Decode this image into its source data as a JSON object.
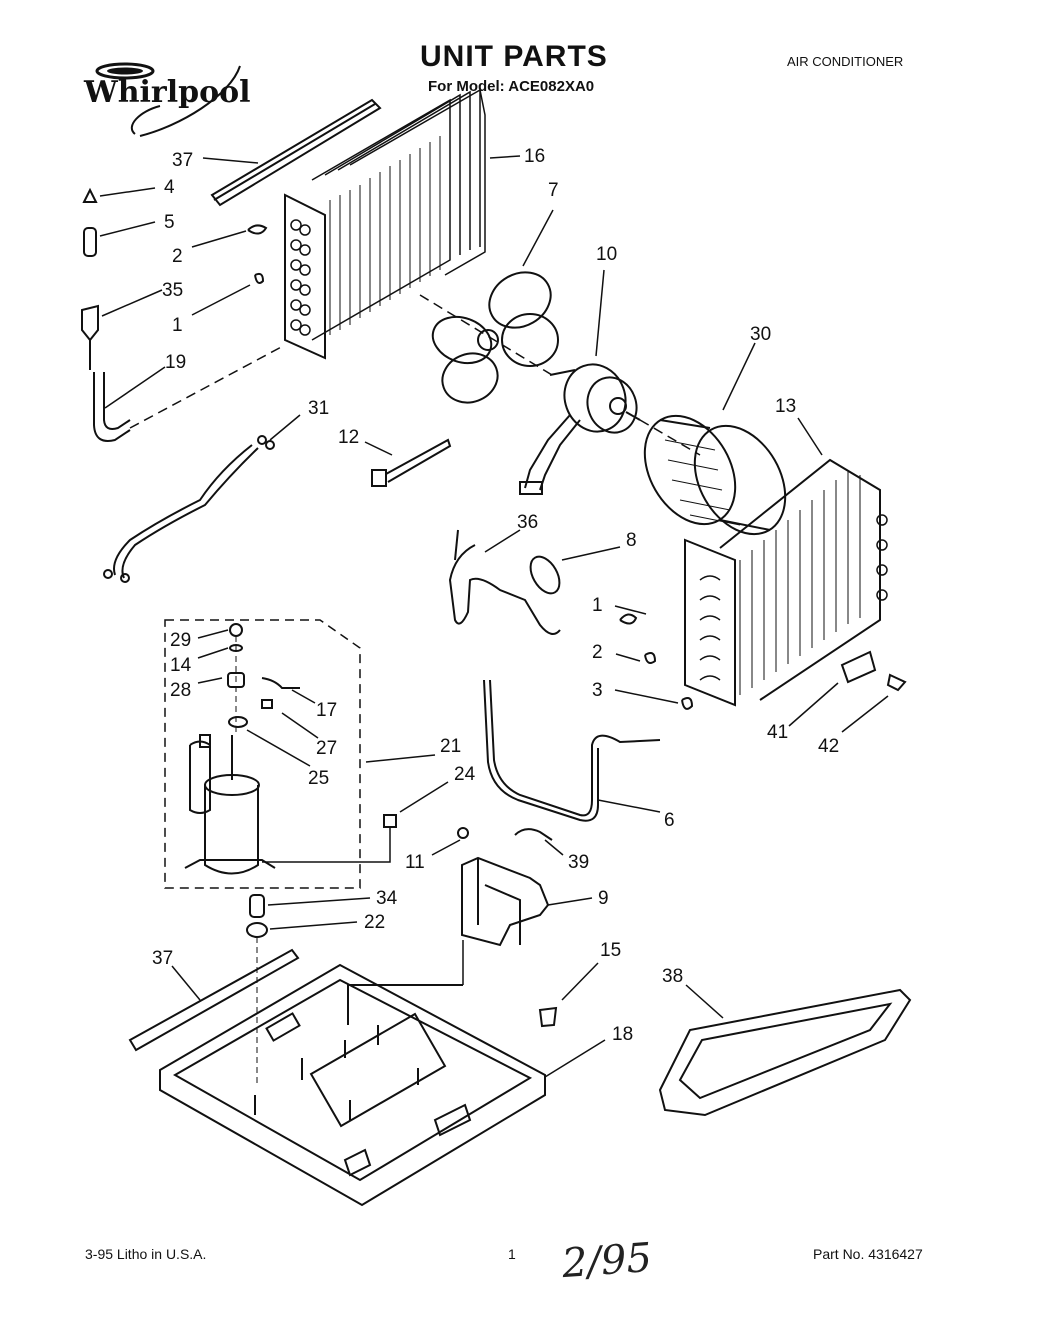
{
  "header": {
    "brand": "Whirlpool",
    "title": "UNIT PARTS",
    "model": "For Model: ACE082XA0",
    "product": "AIR CONDITIONER"
  },
  "footer": {
    "litho": "3-95  Litho in U.S.A.",
    "page": "1",
    "part_no": "Part No. 4316427",
    "handwritten": "2/95"
  },
  "callouts": [
    {
      "id": "c37a",
      "text": "37"
    },
    {
      "id": "c16",
      "text": "16"
    },
    {
      "id": "c4",
      "text": "4"
    },
    {
      "id": "c7",
      "text": "7"
    },
    {
      "id": "c5",
      "text": "5"
    },
    {
      "id": "c2a",
      "text": "2"
    },
    {
      "id": "c10",
      "text": "10"
    },
    {
      "id": "c35",
      "text": "35"
    },
    {
      "id": "c1a",
      "text": "1"
    },
    {
      "id": "c30",
      "text": "30"
    },
    {
      "id": "c19",
      "text": "19"
    },
    {
      "id": "c31",
      "text": "31"
    },
    {
      "id": "c13",
      "text": "13"
    },
    {
      "id": "c12",
      "text": "12"
    },
    {
      "id": "c36",
      "text": "36"
    },
    {
      "id": "c8",
      "text": "8"
    },
    {
      "id": "c1b",
      "text": "1"
    },
    {
      "id": "c29",
      "text": "29"
    },
    {
      "id": "c14",
      "text": "14"
    },
    {
      "id": "c2b",
      "text": "2"
    },
    {
      "id": "c28",
      "text": "28"
    },
    {
      "id": "c3",
      "text": "3"
    },
    {
      "id": "c17",
      "text": "17"
    },
    {
      "id": "c27",
      "text": "27"
    },
    {
      "id": "c41",
      "text": "41"
    },
    {
      "id": "c42",
      "text": "42"
    },
    {
      "id": "c21",
      "text": "21"
    },
    {
      "id": "c25",
      "text": "25"
    },
    {
      "id": "c24",
      "text": "24"
    },
    {
      "id": "c6",
      "text": "6"
    },
    {
      "id": "c11",
      "text": "11"
    },
    {
      "id": "c39",
      "text": "39"
    },
    {
      "id": "c34",
      "text": "34"
    },
    {
      "id": "c9",
      "text": "9"
    },
    {
      "id": "c22",
      "text": "22"
    },
    {
      "id": "c15",
      "text": "15"
    },
    {
      "id": "c37b",
      "text": "37"
    },
    {
      "id": "c38",
      "text": "38"
    },
    {
      "id": "c18",
      "text": "18"
    }
  ]
}
